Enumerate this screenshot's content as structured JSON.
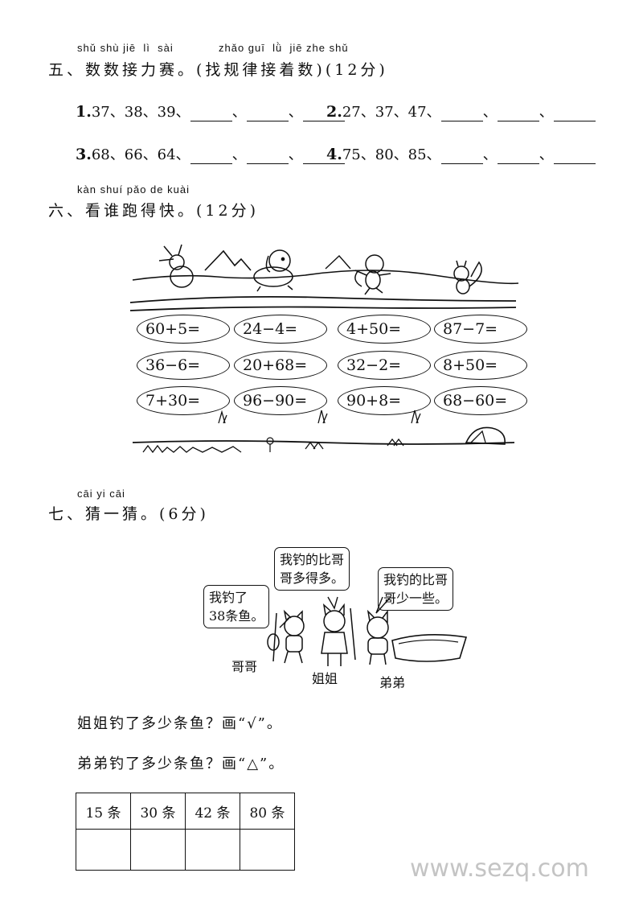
{
  "section5": {
    "pinyin_a": "shǔ shù jiē  lì  sài",
    "pinyin_b": "zhǎo guī  lǜ  jiē zhe shǔ",
    "title": "五、数数接力赛。(找规律接着数)(12分)",
    "rows": [
      {
        "num": "1.",
        "text": "37、38、39、",
        "seps": [
          "、",
          "、"
        ]
      },
      {
        "num": "2.",
        "text": "27、37、47、",
        "seps": [
          "、",
          "、"
        ]
      },
      {
        "num": "3.",
        "text": "68、66、64、",
        "seps": [
          "、",
          "、"
        ]
      },
      {
        "num": "4.",
        "text": "75、80、85、",
        "seps": [
          "、",
          "、"
        ]
      }
    ]
  },
  "section6": {
    "pinyin": "kàn shuí pǎo de kuài",
    "title": "六、看谁跑得快。(12分)",
    "problems": [
      "60+5=",
      "24−4=",
      "4+50=",
      "87−7=",
      "36−6=",
      "20+68=",
      "32−2=",
      "8+50=",
      "7+30=",
      "96−90=",
      "90+8=",
      "68−60="
    ]
  },
  "section7": {
    "pinyin": "cāi yi cāi",
    "title": "七、猜一猜。(6分)",
    "bubbles": {
      "gege": "我钓了\n38条鱼。",
      "jiejie": "我钓的比哥\n哥多得多。",
      "didi": "我钓的比哥\n哥少一些。"
    },
    "names": {
      "gege": "哥哥",
      "jiejie": "姐姐",
      "didi": "弟弟"
    },
    "question1": "姐姐钓了多少条鱼？画“√”。",
    "question2": "弟弟钓了多少条鱼？画“△”。",
    "options": [
      "15 条",
      "30 条",
      "42 条",
      "80 条"
    ]
  },
  "watermark": "www.sezq.com"
}
